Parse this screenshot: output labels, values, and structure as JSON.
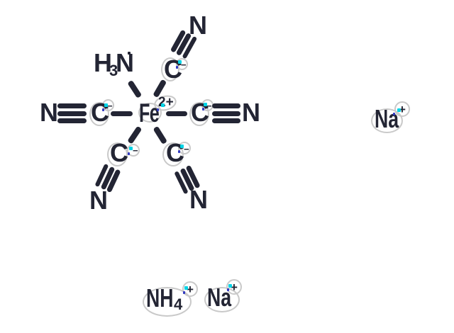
{
  "colors": {
    "ink": "#232534",
    "highlight_ring": "#c9c9c9",
    "cyan_marker": "#00d4e6",
    "blue_marker": "#3038c0",
    "background": "#ffffff"
  },
  "complex": {
    "metal_label": "Fe",
    "metal_charge_label": "2+",
    "carbon_label": "C",
    "nitrogen_label": "N",
    "cyanide_charge_label": "−",
    "ammine": {
      "h_label": "H",
      "h_subscript": "3",
      "n_label": "N"
    }
  },
  "ions": {
    "sodium_right": {
      "label": "Na",
      "charge_label": "+"
    },
    "ammonium": {
      "label": "NH",
      "subscript": "4",
      "charge_label": "+"
    },
    "sodium_bottom": {
      "label": "Na",
      "charge_label": "+"
    }
  }
}
